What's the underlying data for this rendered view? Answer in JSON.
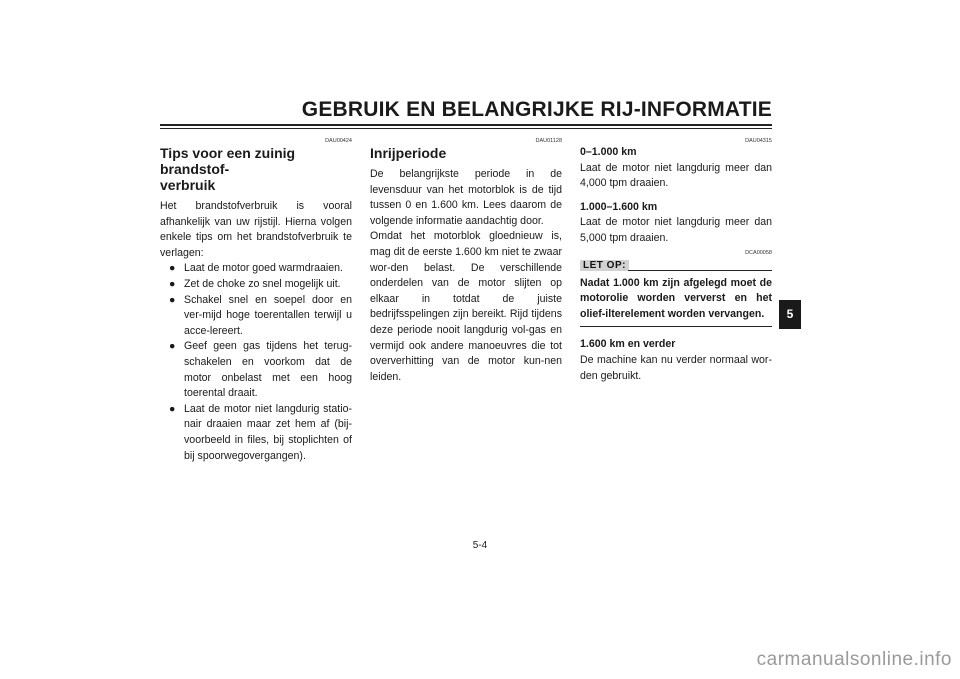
{
  "header": {
    "title": "GEBRUIK EN BELANGRIJKE RIJ-INFORMATIE"
  },
  "col1": {
    "code": "DAU00424",
    "heading": "Tips voor een zuinig brandstof-\nverbruik",
    "intro": "Het brandstofverbruik is vooral afhankelijk van uw rijstijl. Hierna volgen enkele tips om het brandstofverbruik te verlagen:",
    "bullets": [
      "Laat de motor goed warmdraaien.",
      "Zet de choke zo snel mogelijk uit.",
      "Schakel snel en soepel door en ver-mijd hoge toerentallen terwijl u acce-lereert.",
      "Geef geen gas tijdens het terug-schakelen en voorkom dat de motor onbelast met een hoog toerental draait.",
      "Laat de motor niet langdurig statio-nair draaien maar zet hem af (bij-voorbeeld in files, bij stoplichten of bij spoorwegovergangen)."
    ]
  },
  "col2": {
    "code": "DAU01128",
    "heading": "Inrijperiode",
    "body": "De belangrijkste periode in de levensduur van het motorblok is de tijd tussen 0 en 1.600 km. Lees daarom de volgende informatie aandachtig door.\nOmdat het motorblok gloednieuw is, mag dit de eerste 1.600 km niet te zwaar wor-den belast. De verschillende onderdelen van de motor slijten op elkaar in totdat de juiste bedrijfsspelingen zijn bereikt. Rijd tijdens deze periode nooit langdurig vol-gas en vermijd ook andere manoeuvres die tot oververhitting van de motor kun-nen leiden."
  },
  "col3": {
    "code": "DAU04315",
    "sub1_title": "0–1.000 km",
    "sub1_body": "Laat de motor niet langdurig meer dan 4,000 tpm draaien.",
    "sub2_title": "1.000–1.600 km",
    "sub2_body": "Laat de motor niet langdurig meer dan 5,000 tpm draaien.",
    "note_code": "DCA00058",
    "note_label": "LET OP:",
    "note_text": "Nadat 1.000 km zijn afgelegd moet de motorolie worden ververst en het olief-ilterelement worden vervangen.",
    "sub3_title": "1.600 km en verder",
    "sub3_body": "De machine kan nu verder normaal wor-den gebruikt."
  },
  "side_tab": {
    "number": "5"
  },
  "page_number": "5-4",
  "watermark": "carmanualsonline.info"
}
